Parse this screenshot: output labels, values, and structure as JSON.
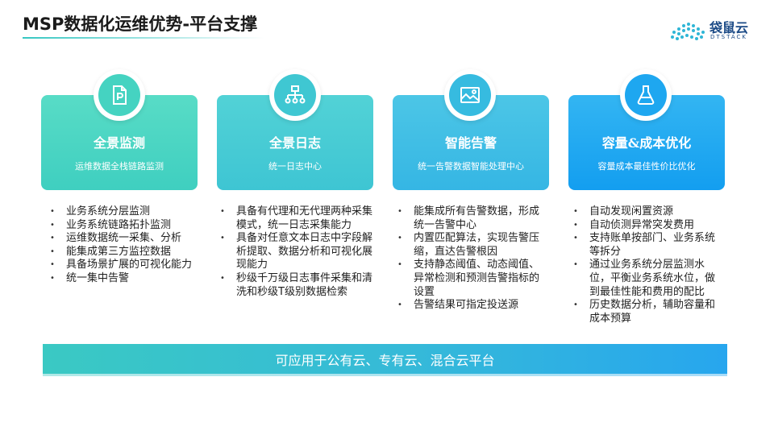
{
  "header": {
    "title": "MSP数据化运维优势-平台支撑",
    "logo": {
      "name": "袋鼠云",
      "subtitle": "DTSTACK"
    }
  },
  "colors": {
    "accent": "#36c7c2",
    "card1": "#42d4c0",
    "card2": "#3fc7d2",
    "card3": "#36bbe0",
    "card4": "#1ea7f0",
    "brand": "#1b4a86"
  },
  "columns": [
    {
      "icon": "document-p-icon",
      "title": "全景监测",
      "subtitle": "运维数据全栈链路监测",
      "points": [
        "业务系统分层监测",
        "业务系统链路拓扑监测",
        "运维数据统一采集、分析",
        "能集成第三方监控数据",
        "具备场景扩展的可视化能力",
        "统一集中告警"
      ]
    },
    {
      "icon": "hierarchy-icon",
      "title": "全景日志",
      "subtitle": "统一日志中心",
      "points": [
        "具备有代理和无代理两种采集模式，统一日志采集能力",
        "具备对任意文本日志中字段解析提取、数据分析和可视化展现能力",
        "秒级千万级日志事件采集和清洗和秒级T级别数据检索"
      ]
    },
    {
      "icon": "image-icon",
      "title": "智能告警",
      "subtitle": "统一告警数据智能处理中心",
      "points": [
        "能集成所有告警数据，形成统一告警中心",
        "内置匹配算法，实现告警压缩，直达告警根因",
        "支持静态阈值、动态阈值、异常检测和预测告警指标的设置",
        "告警结果可指定投送源"
      ]
    },
    {
      "icon": "flask-icon",
      "title": "容量&成本优化",
      "subtitle": "容量成本最佳性价比优化",
      "points": [
        "自动发现闲置资源",
        "自动侦测异常突发费用",
        "支持账单按部门、业务系统等拆分",
        "通过业务系统分层监测水位，平衡业务系统水位，做到最佳性能和费用的配比",
        "历史数据分析，辅助容量和成本预算"
      ]
    }
  ],
  "footer": {
    "banner_text": "可应用于公有云、专有云、混合云平台"
  }
}
